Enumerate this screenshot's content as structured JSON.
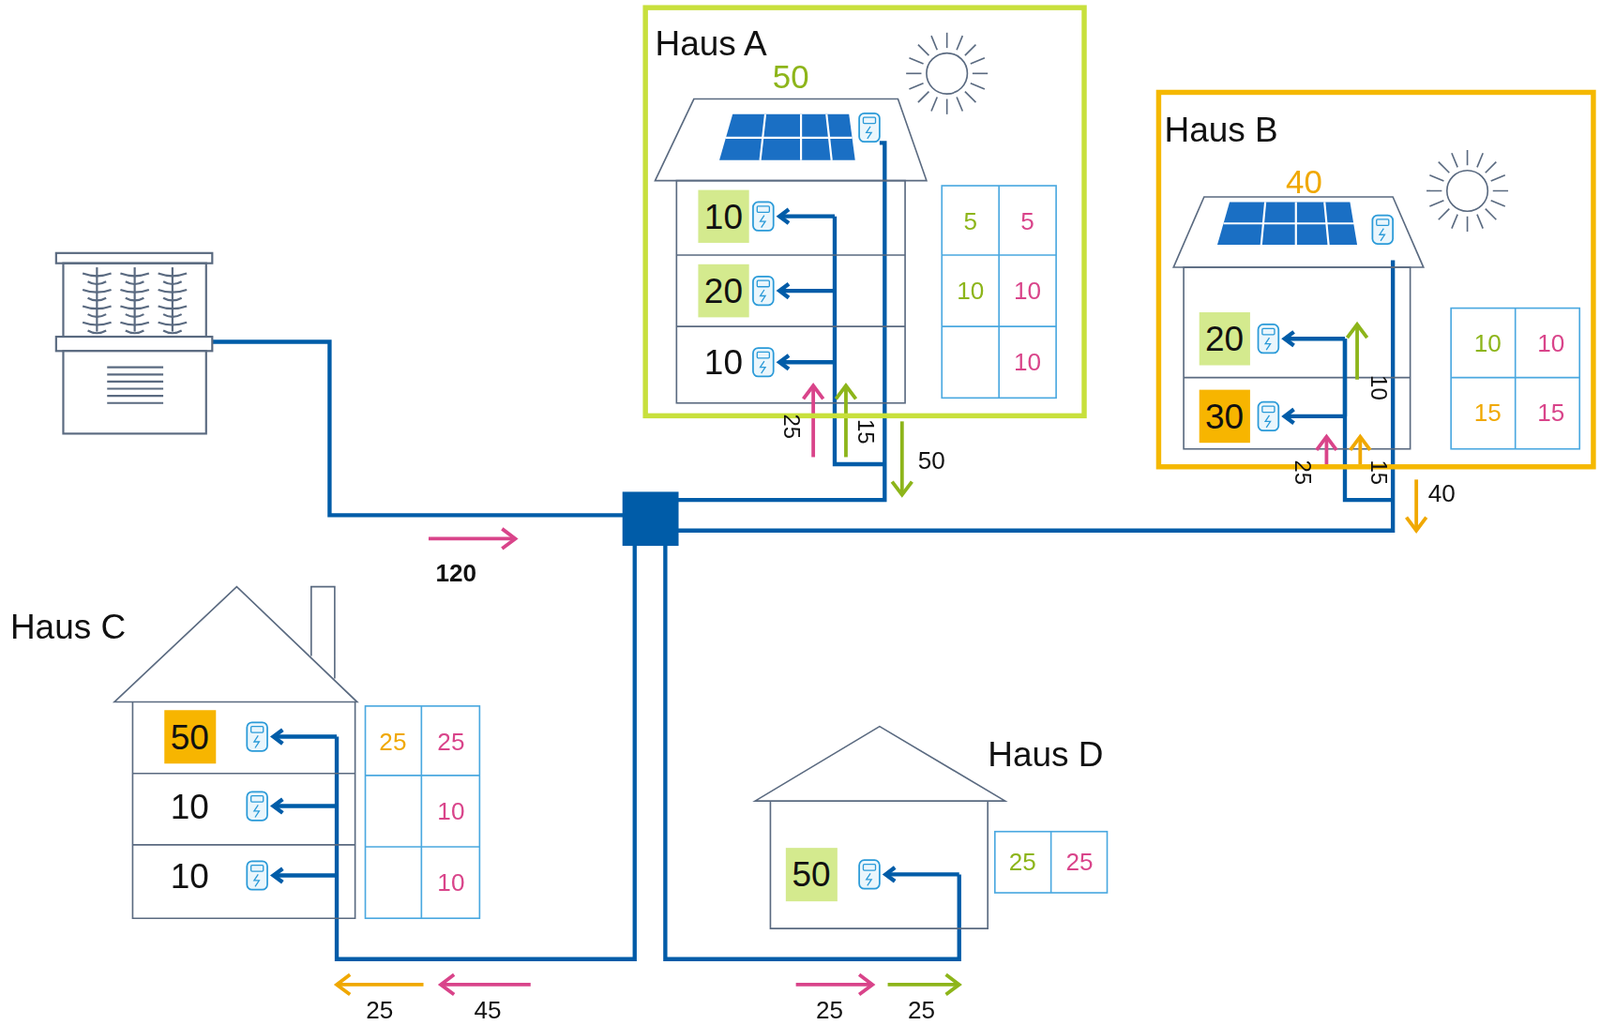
{
  "diagram": {
    "nodes": [
      {
        "text": [
          "Haus A"
        ]
      },
      {
        "text": [
          "Haus B"
        ]
      },
      {
        "text": [
          "Haus C"
        ]
      },
      {
        "text": [
          "Haus D"
        ]
      }
    ],
    "labels": [
      "50",
      "10",
      "20",
      "10",
      "5",
      "5",
      "10",
      "10",
      "10",
      "25",
      "15",
      "50",
      "40",
      "20",
      "30",
      "10",
      "10",
      "15",
      "15",
      "10",
      "25",
      "15",
      "40",
      "120",
      "50",
      "10",
      "10",
      "25",
      "25",
      "10",
      "10",
      "25",
      "45",
      "50",
      "25",
      "25",
      "25",
      "25"
    ]
  }
}
